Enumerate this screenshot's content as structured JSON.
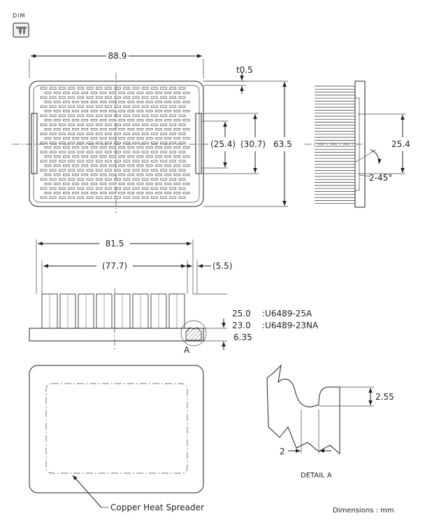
{
  "badge": {
    "label": "DIM",
    "icon": "caliper-icon"
  },
  "top_view": {
    "width": "88.9",
    "thickness": "t0.5",
    "inner_a": "(25.4)",
    "inner_b": "(30.7)",
    "height": "63.5"
  },
  "side_view": {
    "height": "25.4",
    "chamfer": "2-45°"
  },
  "front_view": {
    "base_width": "81.5",
    "fin_span": "(77.7)",
    "edge_gap": "(5.5)",
    "base_height": "6.35",
    "detail_marker": "A",
    "variants": [
      {
        "height": "25.0",
        "part": ":U6489-25A"
      },
      {
        "height": "23.0",
        "part": ":U6489-23NA"
      }
    ]
  },
  "bottom_view": {
    "callout": "Copper Heat Spreader"
  },
  "detail": {
    "depth": "2.55",
    "width": "2",
    "title": "DETAIL A"
  },
  "units_note": "Dimensions  : mm"
}
